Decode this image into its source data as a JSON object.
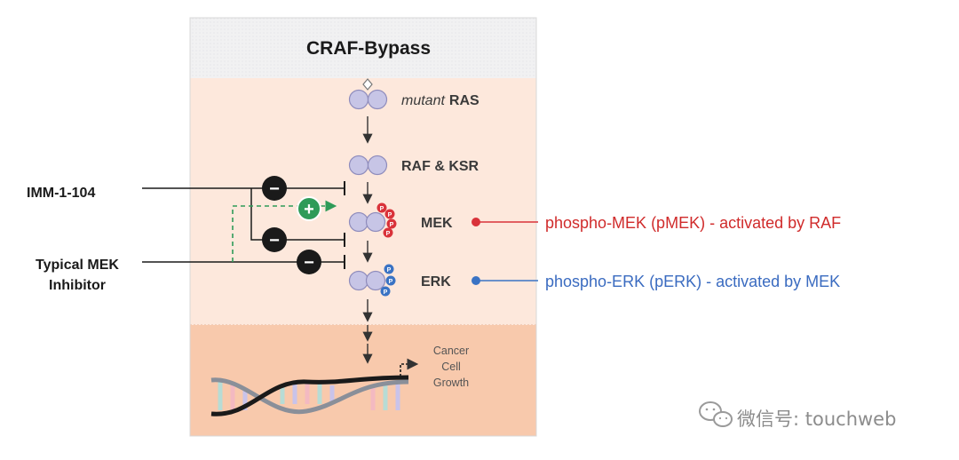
{
  "title": "CRAF-Bypass",
  "pathway": {
    "ras_prefix": "mutant",
    "ras_name": "RAS",
    "raf_ksr": "RAF & KSR",
    "mek": "MEK",
    "erk": "ERK",
    "phospho_mark": "P"
  },
  "drugs": {
    "imm": "IMM-1-104",
    "typical_line1": "Typical MEK",
    "typical_line2": "Inhibitor"
  },
  "symbols": {
    "minus": "−",
    "plus": "+"
  },
  "annotations": {
    "pmek": "phospho-MEK (pMEK) - activated by RAF",
    "perk": "phospho-ERK (pERK) - activated by MEK"
  },
  "outcome": {
    "line1": "Cancer",
    "line2": "Cell",
    "line3": "Growth"
  },
  "watermark": "微信号: touchweb",
  "colors": {
    "title_band": "#f1f1f2",
    "cell_region": "#fde8dc",
    "nucleus_region": "#f8c9ac",
    "protein": "#c7c5e6",
    "phospho_red": "#d9323a",
    "phospho_blue": "#3a73c4",
    "activation_green": "#2e9b58",
    "inhibitor_black": "#1a1a1a",
    "pmek_text": "#d02b2b",
    "perk_text": "#3a6bc0"
  }
}
